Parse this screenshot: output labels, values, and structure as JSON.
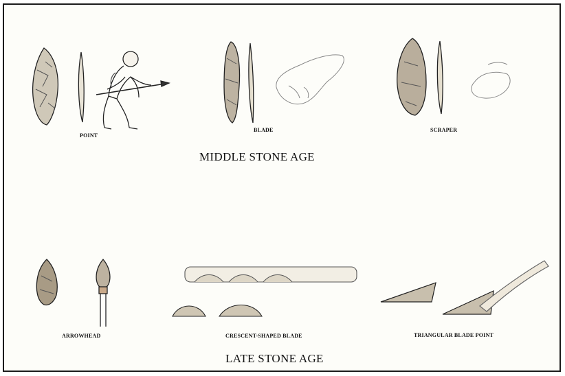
{
  "sections": {
    "middle": {
      "title": "MIDDLE STONE AGE"
    },
    "late": {
      "title": "LATE STONE AGE"
    }
  },
  "labels": {
    "point": "POINT",
    "blade": "BLADE",
    "scraper": "SCRAPER",
    "arrowhead": "ARROWHEAD",
    "crescent": "CRESCENT-SHAPED BLADE",
    "triangular": "TRIANGULAR BLADE POINT"
  }
}
